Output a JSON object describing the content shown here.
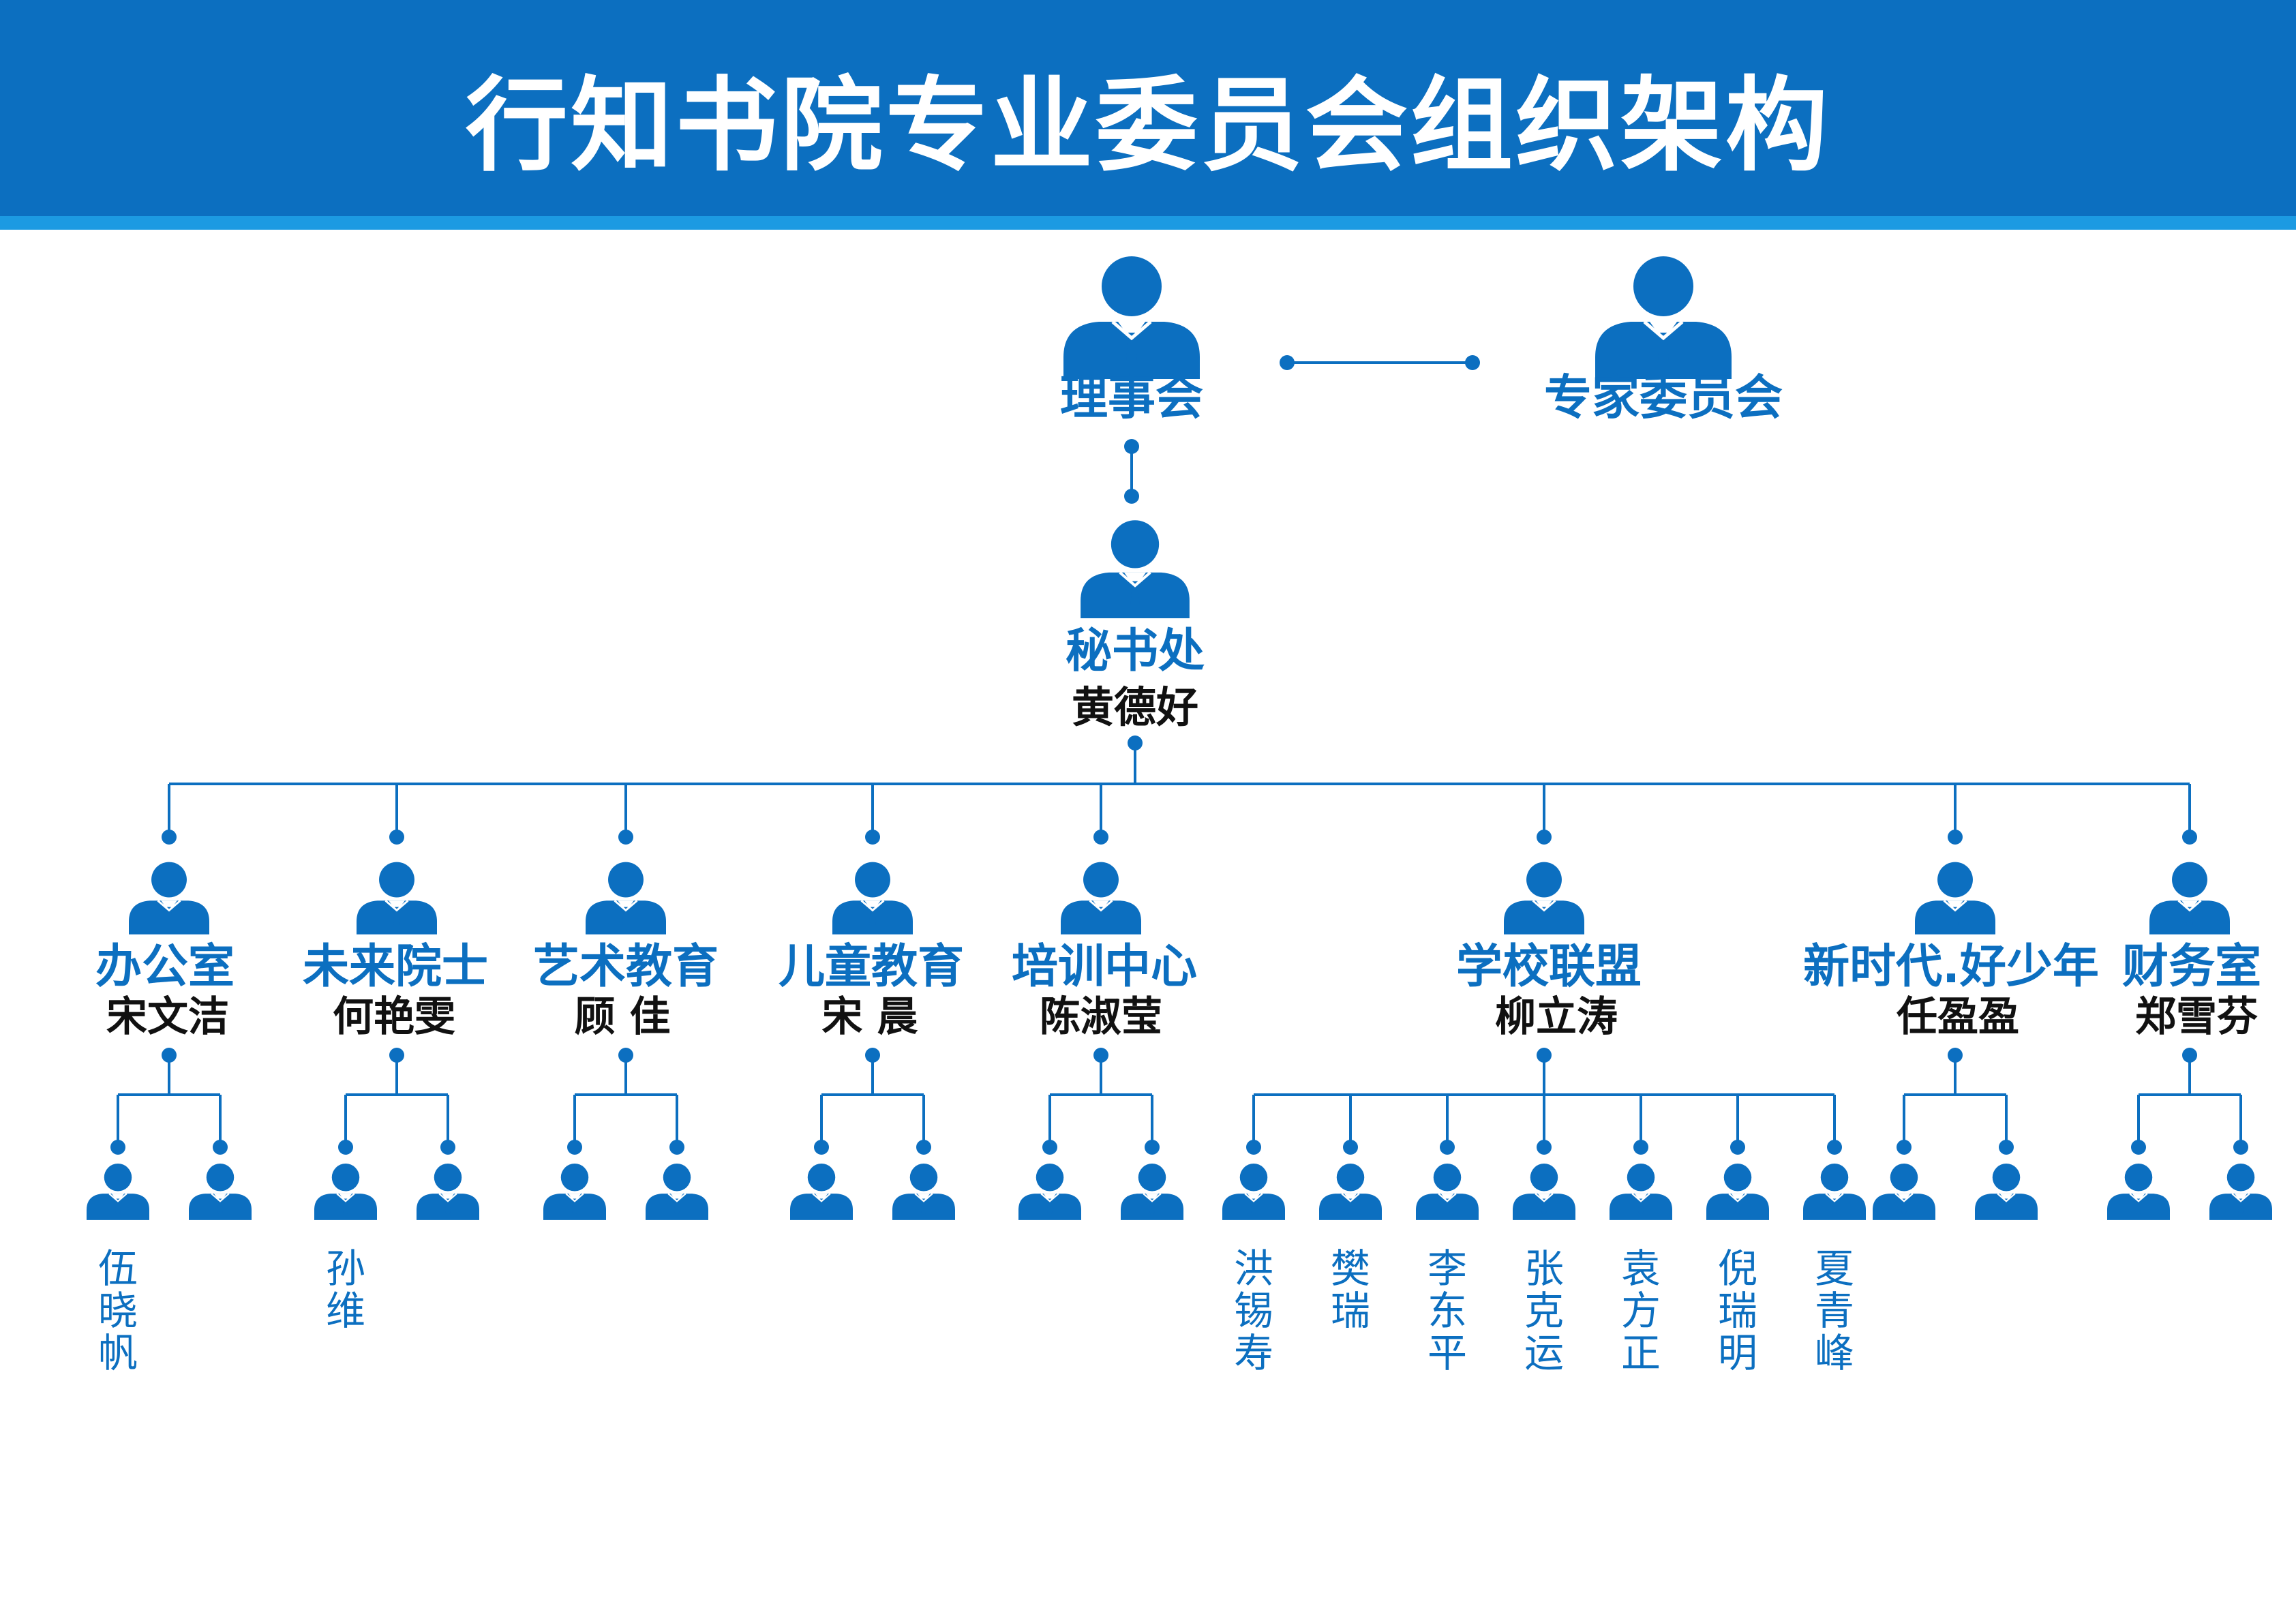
{
  "title": "行知书院专业委员会组织架构",
  "colors": {
    "primary": "#0c6fc0",
    "accent": "#1c9ae2",
    "text": "#111111"
  },
  "icon": "person-icon",
  "top": [
    {
      "name": "理事会"
    },
    {
      "name": "专家委员会"
    }
  ],
  "secretariat": {
    "name": "秘书处",
    "lead": "黄德好"
  },
  "departments": [
    {
      "name": "办公室",
      "lead": "宋文洁",
      "members": [
        "伍晓帆",
        ""
      ]
    },
    {
      "name": "未来院士",
      "lead": "何艳雯",
      "members": [
        "孙维",
        ""
      ]
    },
    {
      "name": "艺术教育",
      "lead": "顾 佳",
      "members": [
        "",
        ""
      ]
    },
    {
      "name": "儿童教育",
      "lead": "宋 晨",
      "members": [
        "",
        ""
      ]
    },
    {
      "name": "培训中心",
      "lead": "陈淑莹",
      "members": [
        "",
        ""
      ]
    },
    {
      "name": "学校联盟",
      "lead": "柳立涛",
      "members": [
        "洪锡寿",
        "樊瑞",
        "李东平",
        "张克运",
        "袁方正",
        "倪瑞明",
        "夏青峰"
      ]
    },
    {
      "name": "新时代.好少年",
      "lead": "任盈盈",
      "members": [
        "",
        ""
      ]
    },
    {
      "name": "财务室",
      "lead": "郑雪芬",
      "members": [
        "",
        ""
      ]
    }
  ]
}
